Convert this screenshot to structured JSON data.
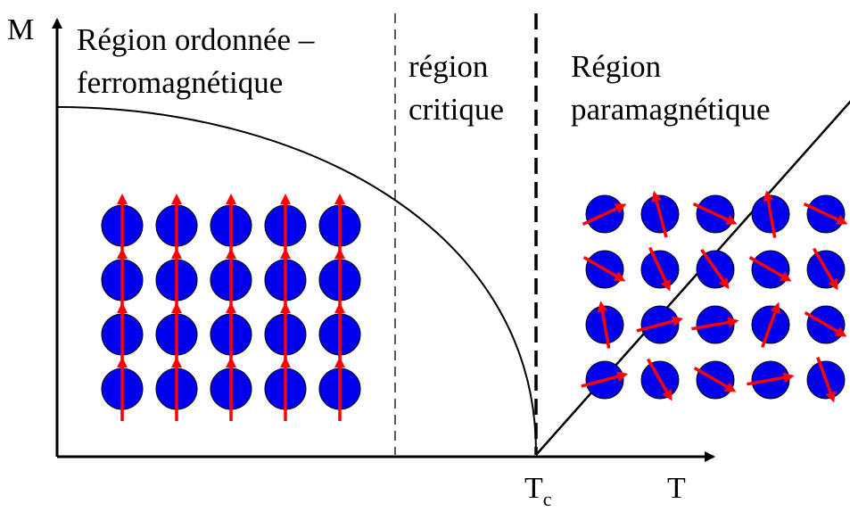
{
  "axes": {
    "y_label": "M",
    "x_label": "T",
    "tc_main": "T",
    "tc_sub": "c"
  },
  "regions": {
    "ordered": {
      "line1": "Région ordonnée –",
      "line2": "ferromagnétique"
    },
    "critical": {
      "line1": "région",
      "line2": "critique"
    },
    "paramagnetic": {
      "line1": "Région",
      "line2": "paramagnétique"
    }
  },
  "lattices": {
    "ferromagnetic": {
      "rows": 4,
      "cols": 5,
      "spin_angles_deg": [
        [
          0,
          0,
          0,
          0,
          0
        ],
        [
          0,
          0,
          0,
          0,
          0
        ],
        [
          0,
          0,
          0,
          0,
          0
        ],
        [
          0,
          0,
          0,
          0,
          0
        ]
      ]
    },
    "paramagnetic": {
      "rows": 4,
      "cols": 5,
      "spin_angles_deg": [
        [
          65,
          -15,
          115,
          -10,
          115
        ],
        [
          120,
          155,
          145,
          120,
          150
        ],
        [
          -10,
          75,
          80,
          20,
          120
        ],
        [
          75,
          150,
          120,
          80,
          160
        ]
      ]
    }
  },
  "colors": {
    "atom": "#0000ee",
    "spin": "#ff0000",
    "line": "#000000"
  }
}
